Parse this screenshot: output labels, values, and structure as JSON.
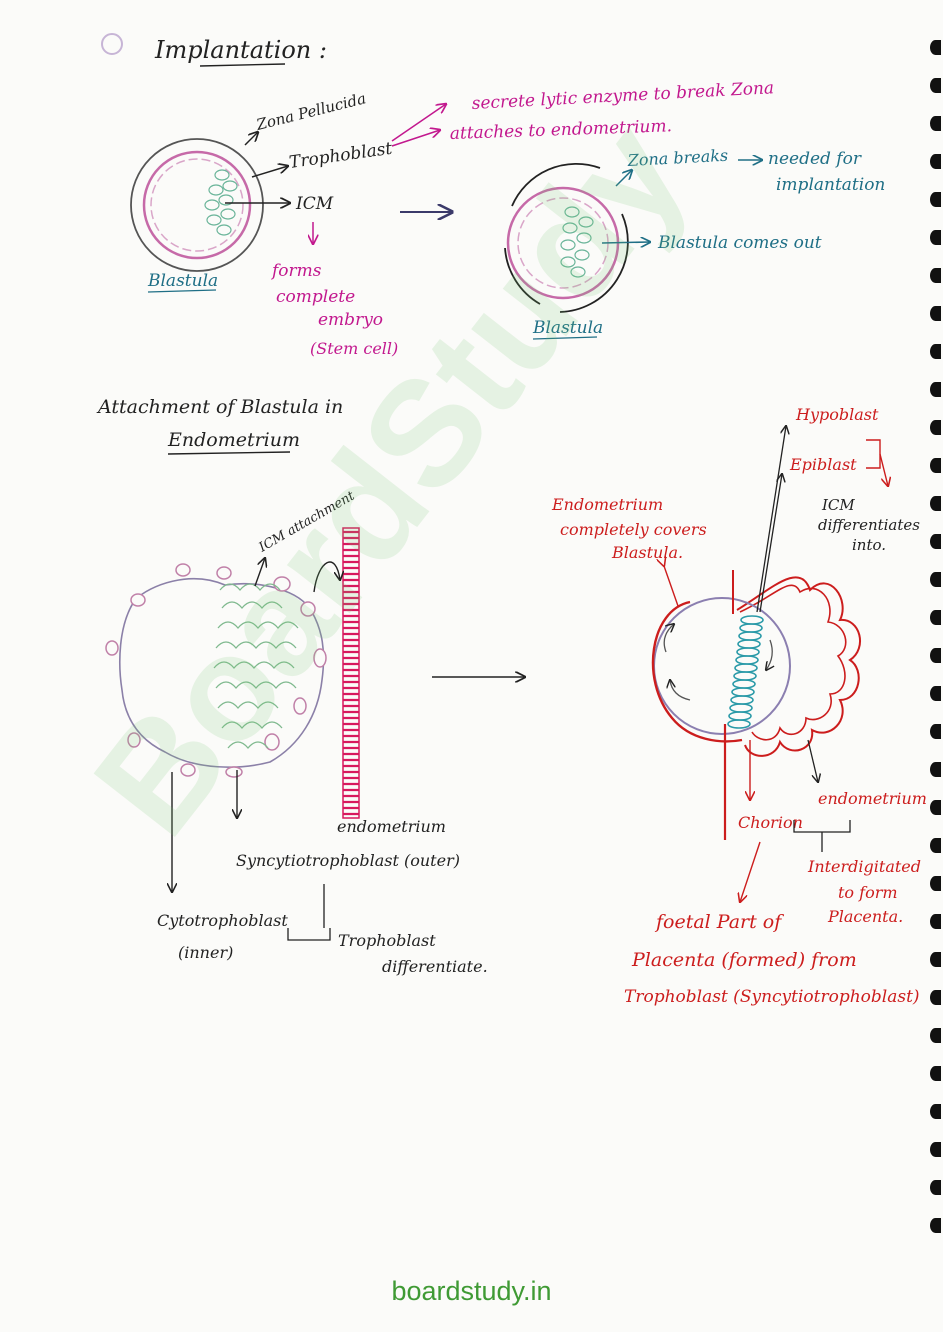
{
  "watermark": "BoardStudy",
  "footer": "boardstudy.in",
  "colors": {
    "ink": "#222222",
    "pink": "#c2188e",
    "teal": "#1f6f86",
    "red": "#cc1d1d",
    "green_watermark": "#8fd183"
  },
  "section1": {
    "title": "Implantation :",
    "labels": {
      "zona": "Zona Pellucida",
      "trophoblast": "Trophoblast",
      "icm": "ICM",
      "blastula_left": "Blastula",
      "forms1": "forms",
      "forms2": "complete",
      "forms3": "embryo",
      "forms4": "(Stem cell)",
      "secrete": "secrete lytic enzyme to break Zona",
      "attaches": "attaches to endometrium.",
      "zona_breaks": "Zona breaks",
      "needed1": "needed for",
      "needed2": "implantation",
      "blastula_comes_out": "Blastula comes out",
      "blastula_right": "Blastula"
    }
  },
  "section2": {
    "title1": "Attachment of Blastula in",
    "title2": "Endometrium",
    "labels": {
      "icm_attachment": "ICM attachment",
      "endometrium": "endometrium",
      "syncytio": "Syncytiotrophoblast (outer)",
      "cyto1": "Cytotrophoblast",
      "cyto2": "(inner)",
      "tropho_diff1": "Trophoblast",
      "tropho_diff2": "differentiate.",
      "hypoblast": "Hypoblast",
      "epiblast": "Epiblast",
      "icm_diff1": "ICM",
      "icm_diff2": "differentiates",
      "icm_diff3": "into.",
      "endo_cover1": "Endometrium",
      "endo_cover2": "completely covers",
      "endo_cover3": "Blastula.",
      "chorion": "Chorion",
      "endometrium_right": "endometrium",
      "interdig1": "Interdigitated",
      "interdig2": "to form",
      "interdig3": "Placenta.",
      "foetal1": "foetal Part of",
      "foetal2": "Placenta (formed) from",
      "foetal3": "Trophoblast (Syncytiotrophoblast)"
    }
  }
}
